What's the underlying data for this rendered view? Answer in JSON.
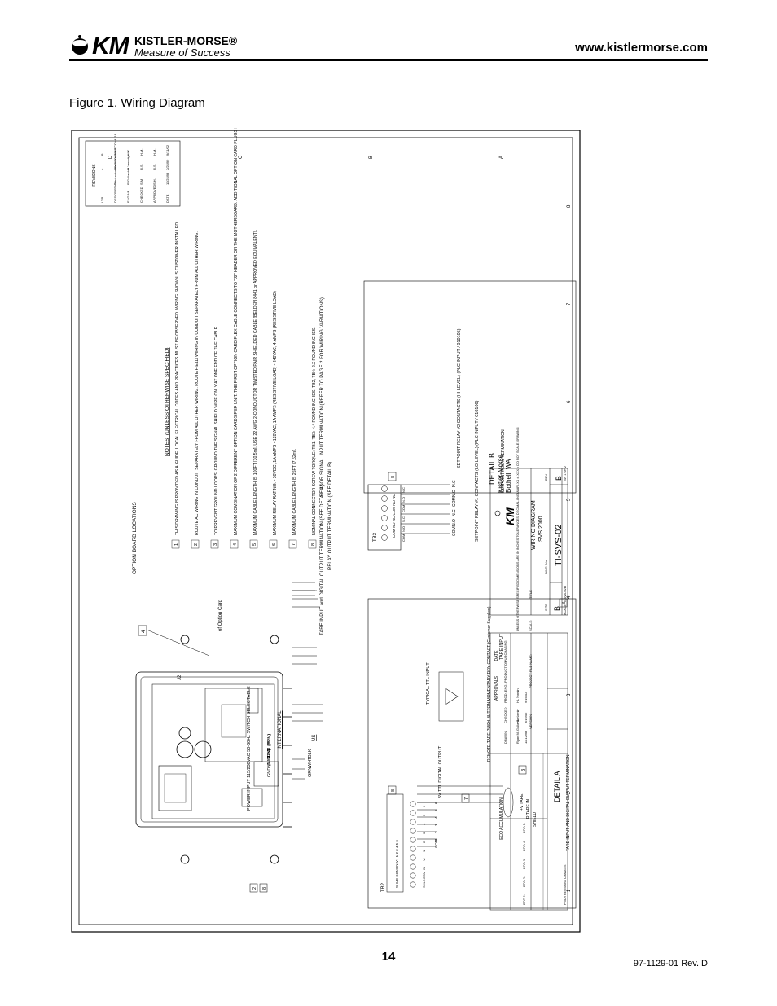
{
  "header": {
    "logo_mark": "KM",
    "brand": "KISTLER-MORSE®",
    "tagline": "Measure of Success",
    "url": "www.kistlermorse.com"
  },
  "figure_title": "Figure 1. Wiring Diagram",
  "page_number": "14",
  "doc_number": "97-1129-01 Rev. D",
  "drawing": {
    "zone_letters": [
      "D",
      "C",
      "B",
      "A"
    ],
    "zone_numbers": [
      "1",
      "2",
      "3",
      "4",
      "5",
      "6",
      "7",
      "8"
    ],
    "revisions": {
      "title": "REVISIONS",
      "headers": [
        "LTR",
        "DESCRIPTION",
        "ENGINE",
        "CHECKED",
        "APPROVED",
        "DATE"
      ],
      "rows": [
        [
          "-",
          "Production Release",
          "R.Gallardo",
          "S.M",
          "S.H.",
          "11/25/98"
        ],
        [
          "A",
          "Per ECO#4085",
          "M.Vermilya",
          "R.S.",
          "R.S.",
          "2/25/99"
        ],
        [
          "B",
          "Per ECO#4118",
          "W.K.",
          "H.M.",
          "H.M.",
          "9/11/02"
        ]
      ]
    },
    "notes_title": "NOTES: (UNLESS OTHERWISE SPECIFIED)",
    "notes": [
      {
        "n": "1.",
        "text": "THIS DRAWING IS PROVIDED AS A GUIDE. LOCAL ELECTRICAL CODES AND PRACTICES MUST BE OBSERVED. WIRING SHOWN IS CUSTOMER INSTALLED."
      },
      {
        "n": "2",
        "text": "ROUTE AC WIRING IN CONDUIT SEPARATELY FROM ALL OTHER WIRING. ROUTE FIELD WIRING IN CONDUIT SEPARATELY FROM ALL OTHER WIRING."
      },
      {
        "n": "3",
        "text": "TO PREVENT GROUND LOOPS, GROUND THE SIGNAL SHIELD WIRE ONLY AT ONE END OF THE CABLE."
      },
      {
        "n": "4",
        "text": "MAXIMUM COMBINATION OF 2 DIFFERENT OPTION CARDS PER UNIT. THE FIRST OPTION CARD FLEX CABLE CONNECTS TO \"J2\" HEADER ON THE MOTHERBOARD. ADDITIONAL OPTION CARD PLUGS INTO \"J2\" HEADER OF THE OTHER OPTION CARD BELOW IT."
      },
      {
        "n": "5",
        "text": "MAXIMUM CABLE LENGTH IS 100FT [30.5m]. USE 22 AWG 2-CONDUCTOR TWISTED PAIR SHIELDED CABLE (BELDEN 8441 or APPROVED EQUIVALENT)."
      },
      {
        "n": "6",
        "text": "MAXIMUM RELAY RATING: - 30VDC, 1A AMPS - 120VAC, 1A AMPS (RESISTIVE LOAD) - 240VAC, 4 AMPS (RESISTIVE LOAD)"
      },
      {
        "n": "7",
        "text": "MAXIMUM CABLE LENGTH IS 25FT [7.62m]."
      },
      {
        "n": "8",
        "text": "NOMINAL CONNECTOR SCREW TORQUE: TB1, TB3: 4.4 POUND INCHES. TB2, TB4: 2.2 POUND INCHES."
      }
    ],
    "option_board_label": "OPTION BOARD LOCATIONS",
    "option_card_label": "of Option Card",
    "j2_label": "J2",
    "power_input_label": "POWER INPUT 115/230VAC 50-60Hz SWITCH SELECTABLE",
    "international_label": "INTERNATIONAL",
    "us_label": "US",
    "power_wires": [
      {
        "intl": "LINE (BRN)",
        "us": "BLK"
      },
      {
        "intl": "NEUTRAL (BLU)",
        "us": "WHT"
      },
      {
        "intl": "GND (Y/GRN)",
        "us": "GRN"
      }
    ],
    "callouts": {
      "sensor": "SENSOR SIGNAL INPUT TERMINATION (REFER TO PAGE 2 FOR WIRING VARIATIONS)",
      "relay": "RELAY OUTPUT TERMINATION (SEE DETAIL B)",
      "tare": "TARE INPUT and DIGITAL OUTPUT TERMINATION (SEE DETAIL A)"
    },
    "detail_b": {
      "title": "DETAIL B",
      "subtitle": "SETPOINT RELAY TERMINATION",
      "tb_label": "TB3",
      "terminals": [
        "COM",
        "N.O",
        "N.C",
        "COM",
        "N.O",
        "N.C"
      ],
      "header_text": "COM NO NC COM NO NC",
      "wire_labels": [
        "N.C",
        "N.O",
        "COM",
        "N.C",
        "N.O",
        "COM"
      ],
      "relay2": "SETPOINT RELAY #2 CONTACTS (HI LEVEL) (PLC INPUT / 010105)",
      "relay1": "SETPOINT RELAY #1 CONTACTS (LO LEVEL) (PLC INPUT / 010106)"
    },
    "detail_a": {
      "title": "DETAIL A",
      "subtitle": "TARE INPUT AND DIGITAL OUTPUT TERMINATION",
      "tb_label": "TB2",
      "terminals": [
        "SHLD",
        "COM",
        "IN",
        "V+",
        "1",
        "2",
        "3",
        "4",
        "5",
        "6"
      ],
      "header_text": "SHLD COM IN V+ 1 2 3 4 5 6",
      "digital_lines": [
        "6",
        "5",
        "4",
        "3",
        "2",
        "1",
        "COM"
      ],
      "ttl_output": "5V TTL DIGITAL OUTPUT",
      "typical": "TYPICAL TTL INPUT",
      "remote_tare": "REMOTE TARE PUSH-BUTTON MOMENTARY DRY CONTACT (Customer Supplied)",
      "tare_input": "TARE INPUT",
      "tare_wires": [
        "+V TARE",
        "R TARE IN",
        "SHIELD"
      ]
    },
    "title_block": {
      "eco_header": "ECO ACCUMULATION",
      "eco_rows": [
        "ECO 1:",
        "ECO 2:",
        "ECO 3:",
        "ECO 4:",
        "ECO 5:"
      ],
      "prior_revisions": "PRIOR REVISIONS CHANGES",
      "approvals_header": "APPROVALS",
      "date_header": "DATE",
      "approvals": [
        {
          "role": "DRAWN",
          "name": "Ryan M. Gallardo",
          "date": "11/12/98"
        },
        {
          "role": "CHECKED",
          "name": "HL Nomin",
          "date": "9/16/02"
        },
        {
          "role": "PROD. ENG.",
          "name": "HL Nomin",
          "date": "9/16/02"
        },
        {
          "role": "PRODUCTION",
          "name": "",
          "date": ""
        },
        {
          "role": "PURCHASING",
          "name": "",
          "date": ""
        }
      ],
      "tolerance_text": "UNLESS OTHERWISE SPECIFIED DIMENSIONS ARE IN INCHES TOLERANCES: DECIMAL ANGULAR .XX ± .XXX ± DO NOT SCALE DRAWING",
      "scale_label": "SCALE:",
      "project_label": "PROJECT FILE NAME:",
      "version_label": "VERSION:",
      "title_label": "TITLE",
      "company_line1": "Kistler-Morse",
      "company_line2": "Bothell, WA",
      "drawing_title1": "WIRING DIAGRAM",
      "drawing_title2": "SVS 2000",
      "size_label": "SIZE",
      "size_value": "B",
      "dwg_label": "DWG. No.",
      "dwg_number": "TI-SVS-02",
      "rev_label": "REV",
      "rev_value": "B",
      "acad_label": "ACAD#:",
      "acad_value": "TI-SVS-02B",
      "sheet_label": "SH 1 OF 2"
    }
  }
}
